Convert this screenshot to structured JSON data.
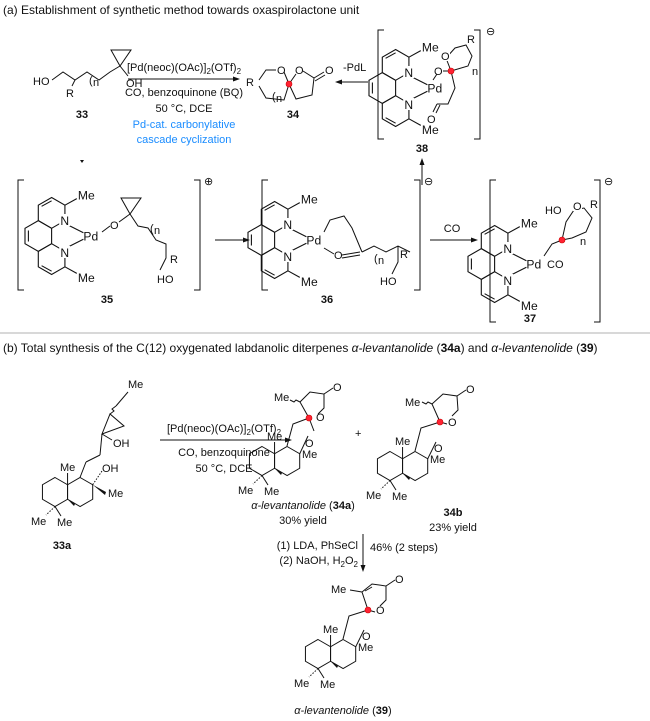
{
  "section_a": {
    "title": "(a) Establishment of synthetic method towards oxaspirolactone unit",
    "catalyst": [
      "[Pd(neoc)(OAc)]",
      "2",
      "(OTf)",
      "2"
    ],
    "conditions": [
      "CO, benzoquinone (BQ)",
      "50 °C, DCE"
    ],
    "highlight": [
      "Pd-cat. carbonylative",
      "cascade cyclization"
    ],
    "minus_pdl": "-PdL",
    "co_label": "CO",
    "labels": {
      "c33": "33",
      "c34": "34",
      "c35": "35",
      "c36": "36",
      "c37": "37",
      "c38": "38"
    },
    "charges": {
      "c35": "⊕",
      "c36": "⊖",
      "c37": "⊖",
      "c38": "⊖"
    }
  },
  "section_b": {
    "title_parts": [
      "(b) Total synthesis of the C(12) oxygenated labdanolic diterpenes ",
      "α-levantanolide",
      " (",
      "34a",
      ") and ",
      "α-levantenolide",
      " (",
      "39",
      ")"
    ],
    "catalyst": [
      "[Pd(neoc)(OAc)]",
      "2",
      "(OTf)",
      "2"
    ],
    "conditions": [
      "CO, benzoquinone",
      "50 °C, DCE"
    ],
    "plus": "+",
    "c33a": "33a",
    "c34a_name": "α-levantanolide",
    "c34a": "34a",
    "c34a_yield": "30% yield",
    "c34b": "34b",
    "c34b_yield": "23% yield",
    "steps": [
      "(1) LDA, PhSeCl",
      "(2) NaOH, H",
      "2",
      "O",
      "2"
    ],
    "steps_yield": "46% (2 steps)",
    "c39_name": "α-levantenolide",
    "c39": "39"
  },
  "atoms": {
    "HO": "HO",
    "OH": "OH",
    "R": "R",
    "n": "n",
    "O": "O",
    "Me": "Me",
    "N": "N",
    "Pd": "Pd",
    "CO": "CO",
    "open": "(",
    "close": ")"
  },
  "colors": {
    "highlight": "#1a8cff",
    "spiro_marker": "#ff2233"
  }
}
